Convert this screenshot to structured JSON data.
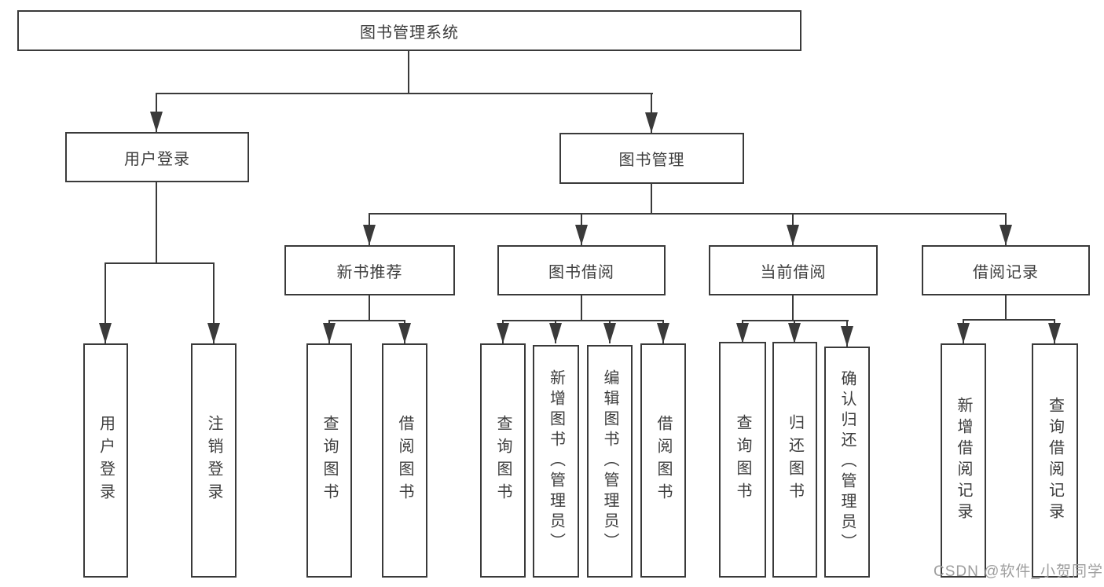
{
  "root": {
    "label": "图书管理系统"
  },
  "branches": {
    "user_login": {
      "label": "用户登录",
      "children": {
        "login": {
          "label": "用户登录"
        },
        "logout": {
          "label": "注销登录"
        }
      }
    },
    "book_mgmt": {
      "label": "图书管理",
      "children": {
        "new_book_rec": {
          "label": "新书推荐",
          "children": {
            "query_books": {
              "label": "查询图书"
            },
            "borrow_books": {
              "label": "借阅图书"
            }
          }
        },
        "book_borrow": {
          "label": "图书借阅",
          "children": {
            "query_books": {
              "label": "查询图书"
            },
            "add_books": {
              "label": "新增图书（管理员）"
            },
            "edit_books": {
              "label": "编辑图书（管理员）"
            },
            "borrow_books": {
              "label": "借阅图书"
            }
          }
        },
        "current_borrow": {
          "label": "当前借阅",
          "children": {
            "query_books": {
              "label": "查询图书"
            },
            "return_books": {
              "label": "归还图书"
            },
            "confirm_return": {
              "label": "确认归还（管理员）"
            }
          }
        },
        "borrow_records": {
          "label": "借阅记录",
          "children": {
            "add_record": {
              "label": "新增借阅记录"
            },
            "query_record": {
              "label": "查询借阅记录"
            }
          }
        }
      }
    }
  },
  "watermark": {
    "text": "CSDN @软件_小贺同学"
  },
  "colors": {
    "line": "#3a3a3a",
    "text": "#3d3d3d",
    "watermark": "#9e9e9e",
    "background": "#ffffff"
  }
}
